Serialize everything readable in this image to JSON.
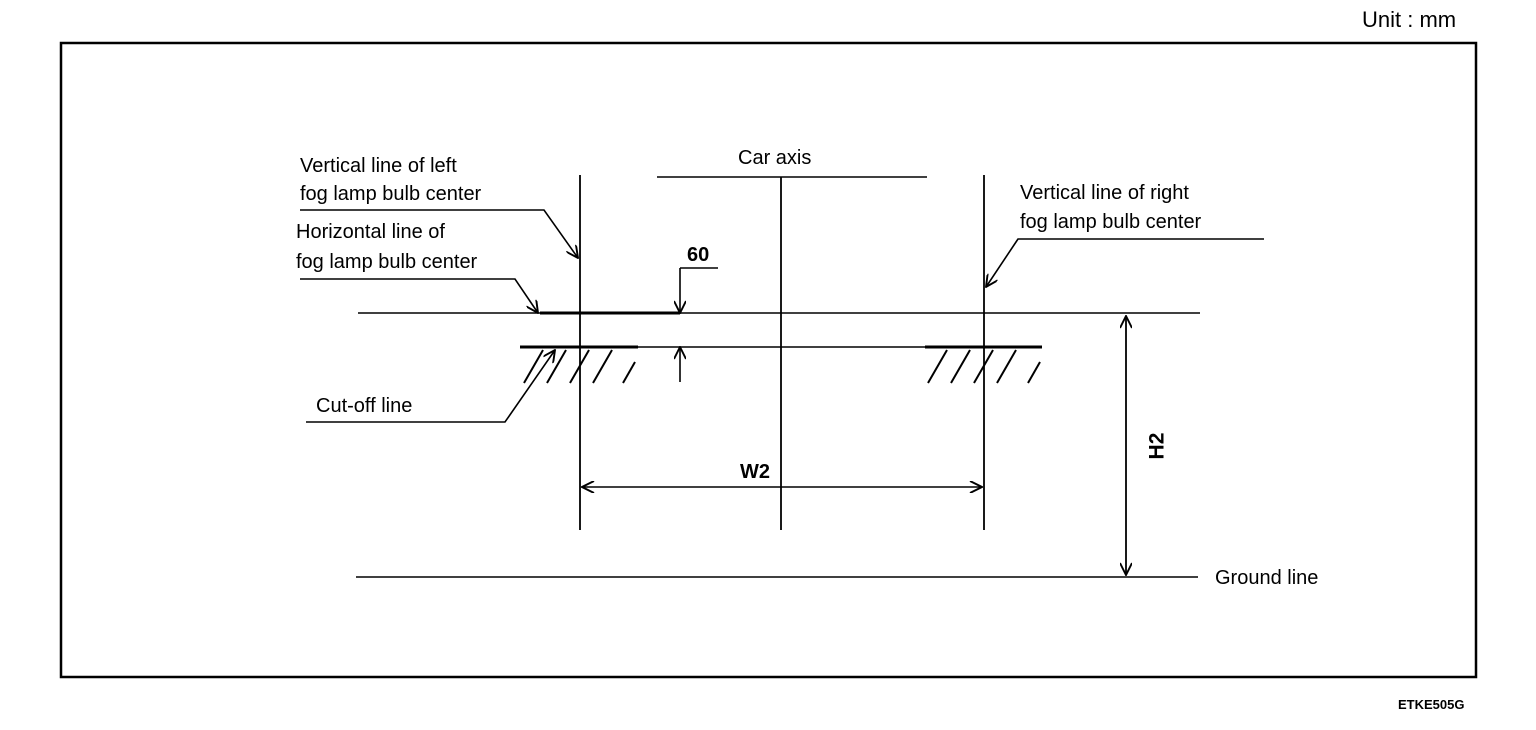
{
  "unit_label": "Unit : mm",
  "figure_code": "ETKE505G",
  "labels": {
    "left_vertical": [
      "Vertical line of left",
      "fog  lamp bulb center"
    ],
    "horizontal": [
      "Horizontal line of",
      "fog lamp bulb center"
    ],
    "car_axis": "Car axis",
    "right_vertical": [
      "Vertical line of right",
      "fog lamp bulb center"
    ],
    "cut_off": "Cut-off line",
    "ground": "Ground line"
  },
  "dimensions": {
    "offset": "60",
    "width": "W2",
    "height": "H2"
  },
  "colors": {
    "line": "#000000",
    "background": "#ffffff"
  }
}
